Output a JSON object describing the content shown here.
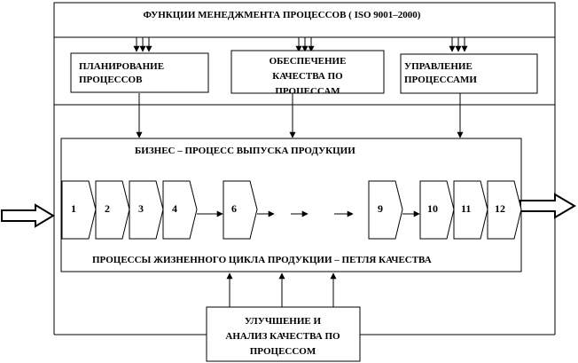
{
  "header": {
    "title": "ФУНКЦИИ   МЕНЕДЖМЕНТА  ПРОЦЕССОВ    ( ISO 9001–2000)"
  },
  "boxes": {
    "planning": [
      "ПЛАНИРОВАНИЕ",
      "ПРОЦЕССОВ"
    ],
    "quality": [
      "ОБЕСПЕЧЕНИЕ",
      "КАЧЕСТВА  ПО",
      "ПРОЦЕССАМ"
    ],
    "management": [
      "УПРАВЛЕНИЕ",
      "ПРОЦЕССАМИ"
    ],
    "improvement": [
      "УЛУЧШЕНИЕ  И",
      "АНАЛИЗ КАЧЕСТВА  ПО",
      "ПРОЦЕССОМ"
    ]
  },
  "business_process": {
    "title": "БИЗНЕС  – ПРОЦЕСС  ВЫПУСКА  ПРОДУКЦИИ",
    "steps": [
      "1",
      "2",
      "3",
      "4",
      "6",
      "9",
      "10",
      "11",
      "12"
    ],
    "footer": "ПРОЦЕССЫ  ЖИЗНЕННОГО  ЦИКЛА  ПРОДУКЦИИ  – ПЕТЛЯ  КАЧЕСТВА"
  }
}
